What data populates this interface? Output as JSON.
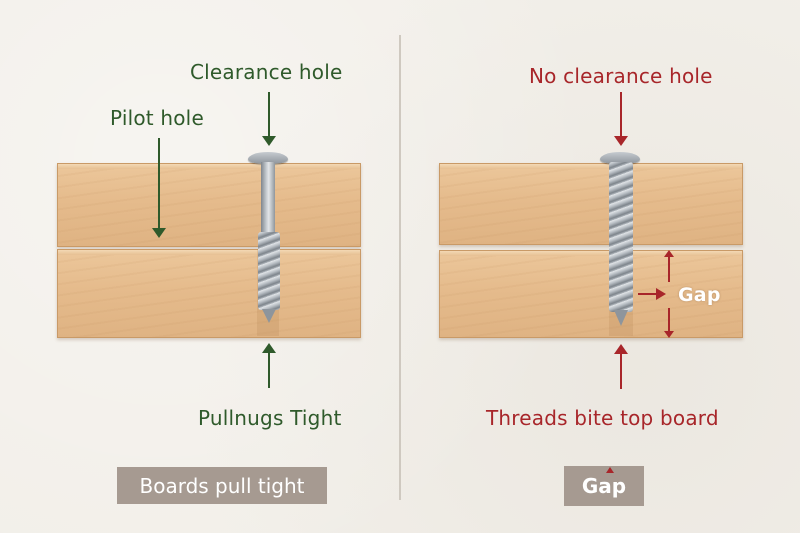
{
  "left_panel": {
    "clearance_label": "Clearance hole",
    "pilot_label": "Pilot hole",
    "bottom_label": "Pullnugs Tight",
    "caption": "Boards pull tight",
    "accent_color": "#2f5a2b"
  },
  "right_panel": {
    "top_label": "No clearance hole",
    "gap_label": "Gap",
    "bottom_label": "Threads bite top board",
    "caption": "Gap",
    "accent_color": "#a8262a"
  },
  "icons": {
    "arrow": "arrow-icon",
    "screw": "screw-icon"
  }
}
